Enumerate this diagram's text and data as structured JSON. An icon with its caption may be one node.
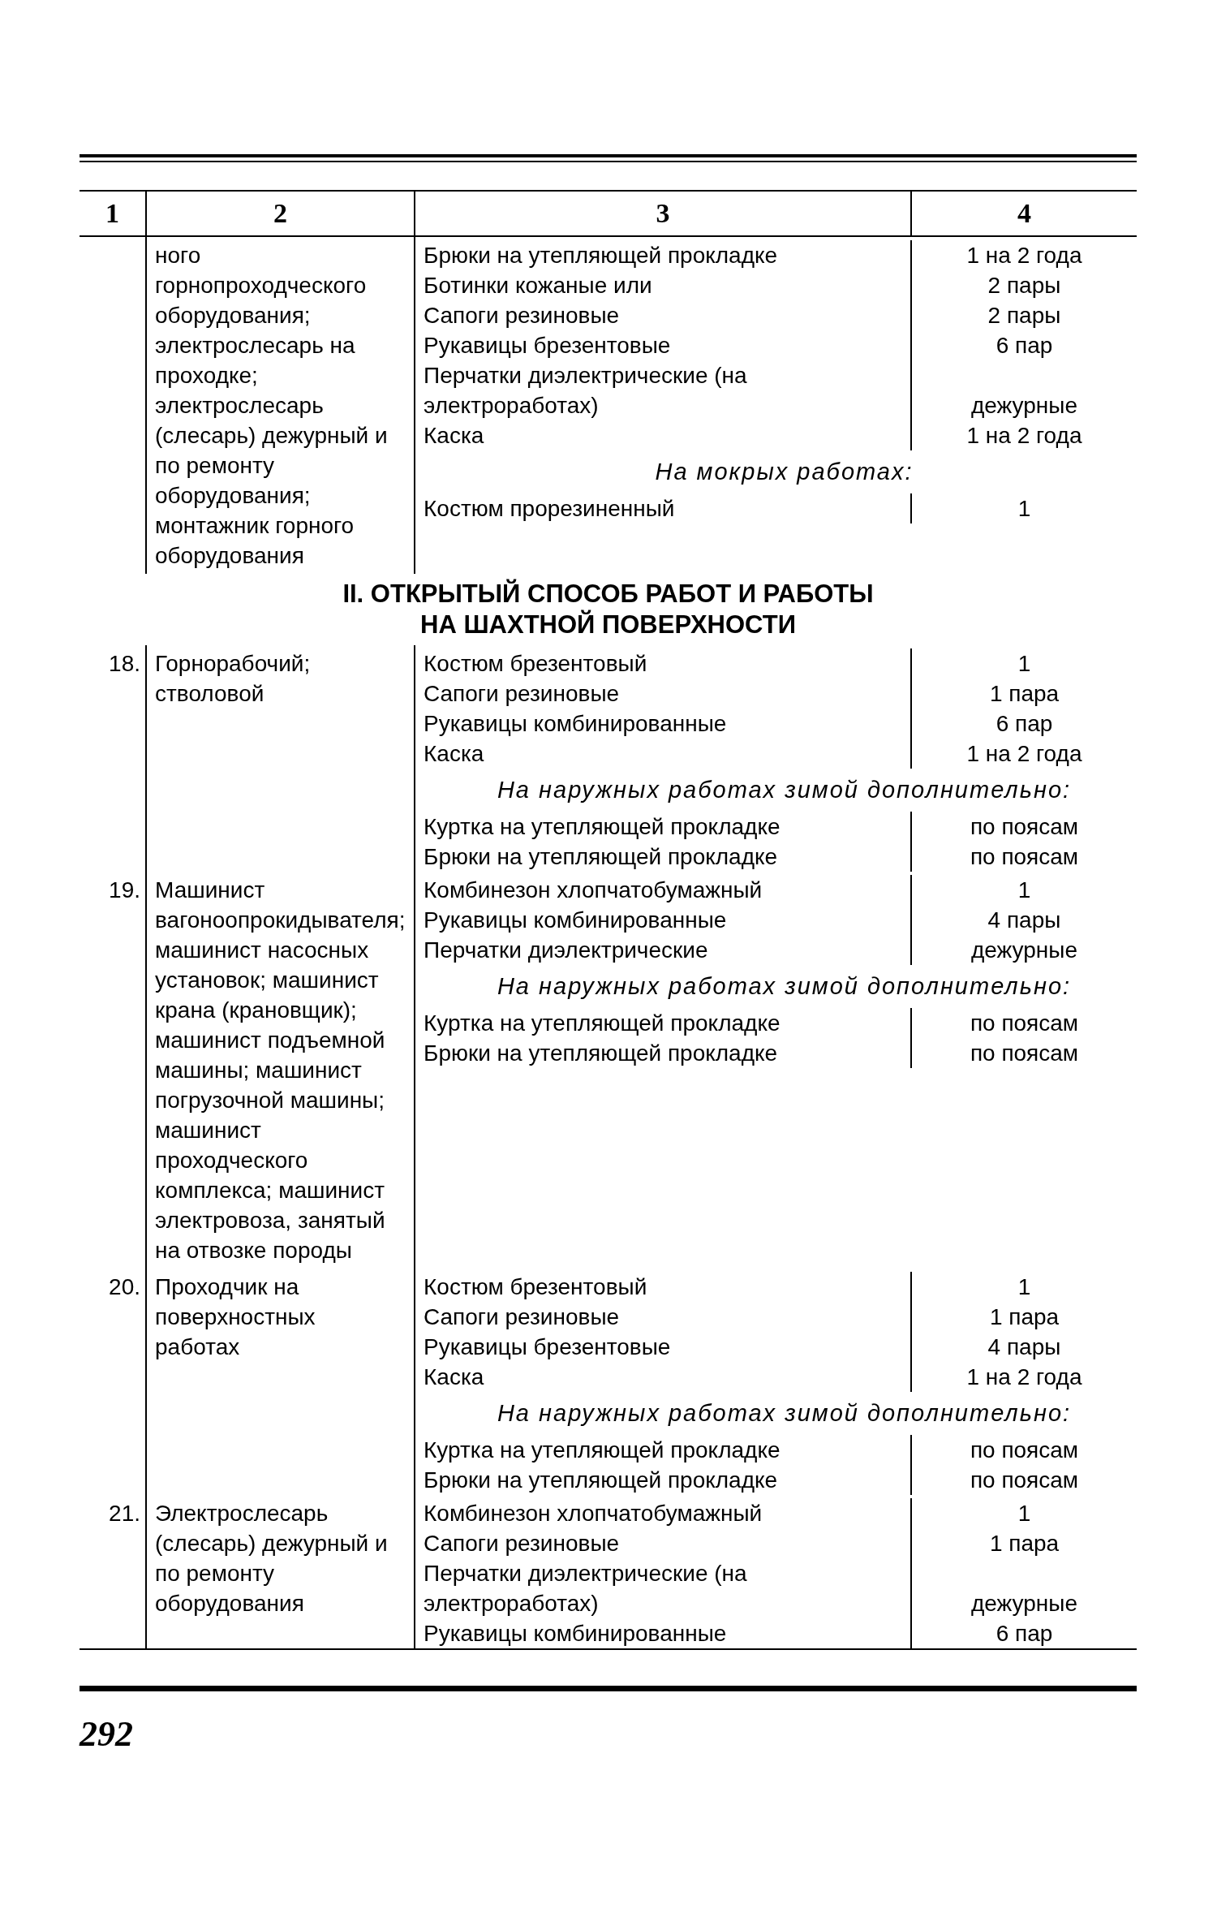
{
  "diagram": {
    "labels": [
      "1",
      "2",
      "3",
      "4",
      "ного горнопроходческого оборудования; электрослесарь на проходке; электрослесарь (слесарь) дежурный и по ремонту оборудования; монтажник горного оборудования",
      "Брюки на утепляющей прокладке",
      "1 на 2 года",
      "Ботинки кожаные или",
      "2 пары",
      "Сапоги резиновые",
      "2 пары",
      "Рукавицы брезентовые",
      "6 пар",
      "Перчатки диэлектрические (на электроработах)",
      "дежурные",
      "Каска",
      "1 на 2 года",
      "На мокрых работах:",
      "Костюм прорезиненный",
      "1",
      "II. ОТКРЫТЫЙ СПОСОБ РАБОТ И РАБОТЫ НА ШАХТНОЙ ПОВЕРХНОСТИ",
      "18.",
      "Горнорабочий; стволовой",
      "Костюм брезентовый",
      "1",
      "Сапоги резиновые",
      "1 пара",
      "Рукавицы комбинированные",
      "6 пар",
      "Каска",
      "1 на 2 года",
      "На наружных работах зимой дополнительно:",
      "Куртка на утепляющей прокладке",
      "по поясам",
      "Брюки на утепляющей прокладке",
      "по поясам",
      "19.",
      "Машинист вагоноопрокидывателя; машинист насосных установок; машинист крана (крановщик); машинист подъемной машины; машинист погрузочной машины; машинист проходческого комплекса; машинист электровоза, занятый на отвозке породы",
      "Комбинезон хлопчатобумажный",
      "1",
      "Рукавицы комбинированные",
      "4 пары",
      "Перчатки диэлектрические",
      "дежурные",
      "На наружных работах зимой дополнительно:",
      "Куртка на утепляющей прокладке",
      "по поясам",
      "Брюки на утепляющей прокладке",
      "по поясам",
      "20.",
      "Проходчик на поверхностных работах",
      "Костюм брезентовый",
      "1",
      "Сапоги резиновые",
      "1 пара",
      "Рукавицы брезентовые",
      "4 пары",
      "Каска",
      "1 на 2 года",
      "На наружных работах зимой дополнительно:",
      "Куртка на утепляющей прокладке",
      "по поясам",
      "Брюки на утепляющей прокладке",
      "по поясам",
      "21.",
      "Электрослесарь (слесарь) дежурный и по ремонту оборудования",
      "Комбинезон хлопчатобумажный",
      "1",
      "Сапоги резиновые",
      "1 пара",
      "Перчатки диэлектрические (на электроработах)",
      "дежурные",
      "Рукавицы комбинированные",
      "6 пар",
      "292"
    ]
  }
}
